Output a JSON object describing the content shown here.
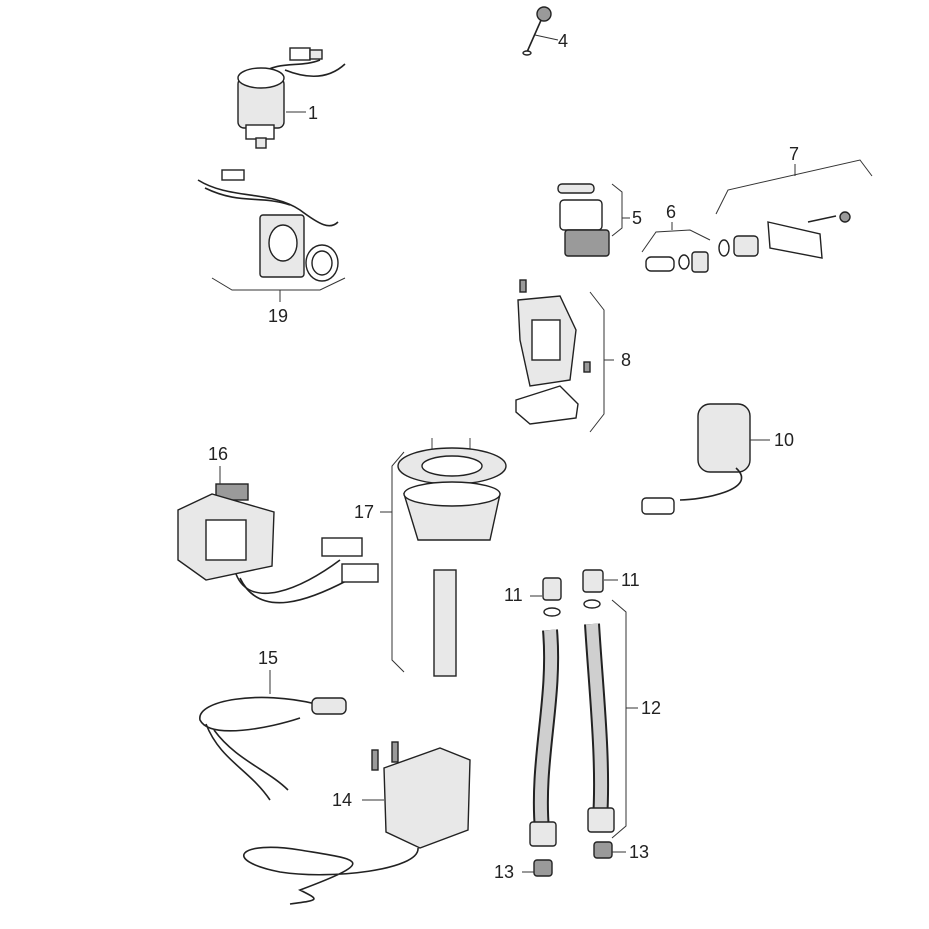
{
  "callouts": [
    {
      "id": "c1",
      "label": "1"
    },
    {
      "id": "c4",
      "label": "4"
    },
    {
      "id": "c5",
      "label": "5"
    },
    {
      "id": "c6",
      "label": "6"
    },
    {
      "id": "c7",
      "label": "7"
    },
    {
      "id": "c8",
      "label": "8"
    },
    {
      "id": "c10",
      "label": "10"
    },
    {
      "id": "c11a",
      "label": "11"
    },
    {
      "id": "c11b",
      "label": "11"
    },
    {
      "id": "c12",
      "label": "12"
    },
    {
      "id": "c13a",
      "label": "13"
    },
    {
      "id": "c13b",
      "label": "13"
    },
    {
      "id": "c14",
      "label": "14"
    },
    {
      "id": "c15",
      "label": "15"
    },
    {
      "id": "c16",
      "label": "16"
    },
    {
      "id": "c17",
      "label": "17"
    },
    {
      "id": "c19",
      "label": "19"
    }
  ]
}
